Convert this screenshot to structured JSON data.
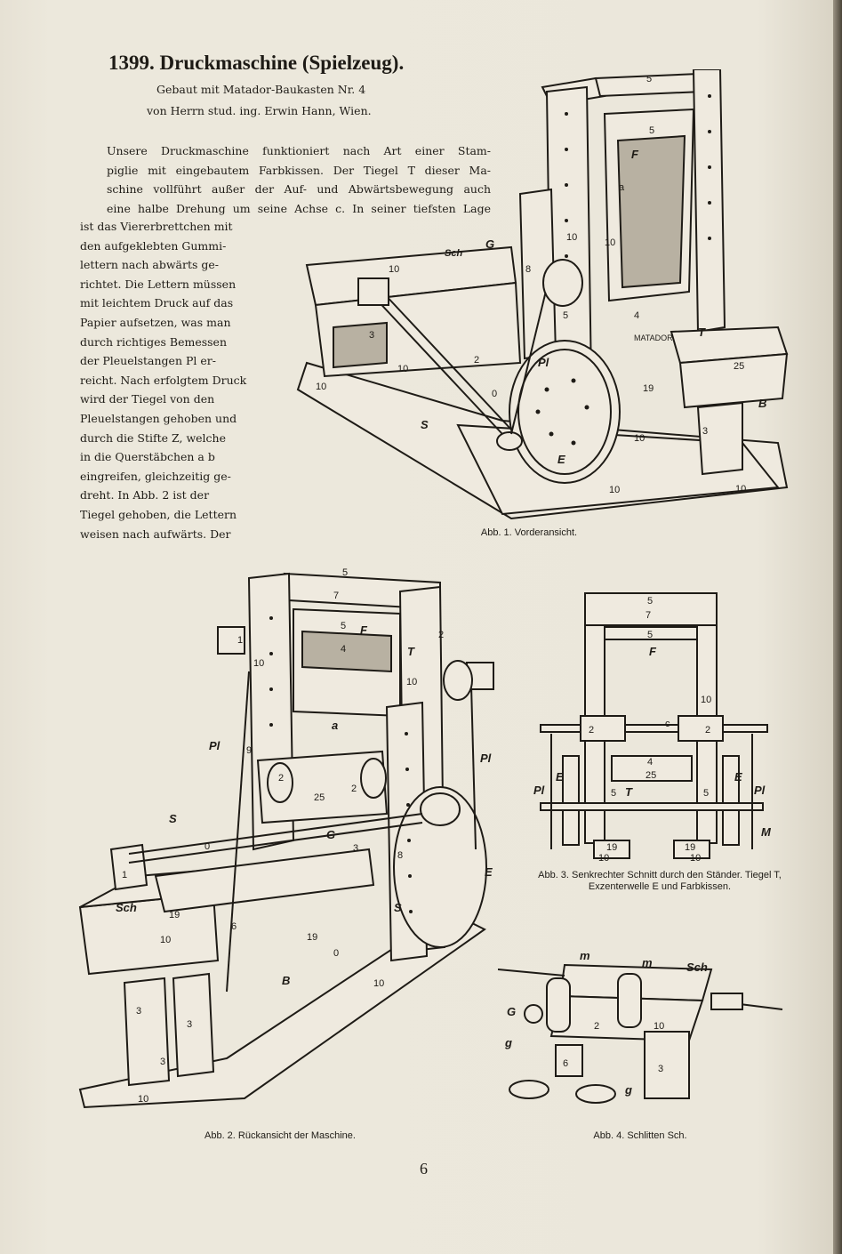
{
  "header": {
    "title": "1399. Druckmaschine (Spielzeug).",
    "subtitle_1": "Gebaut mit Matador-Baukasten Nr. 4",
    "subtitle_2": "von Herrn stud. ing. Erwin Hann, Wien."
  },
  "text": {
    "wide_lines": [
      "Unsere Druckmaschine funktioniert nach Art einer Stam-",
      "piglie mit eingebautem Farbkissen. Der Tiegel T dieser Ma-",
      "schine vollführt außer der Auf- und Abwärtsbewegung auch",
      "eine halbe Drehung um seine Achse c. In seiner tiefsten Lage"
    ],
    "narrow_lines": [
      "ist das Viererbrettchen mit",
      "den aufgeklebten Gummi-",
      "lettern nach abwärts ge-",
      "richtet. Die Lettern müssen",
      "mit leichtem Druck auf das",
      "Papier aufsetzen, was man",
      "durch richtiges Bemessen",
      "der Pleuelstangen Pl er-",
      "reicht. Nach erfolgtem Druck",
      "wird der Tiegel von den",
      "Pleuelstangen gehoben und",
      "durch die Stifte Z, welche",
      "in die Querstäbchen a b",
      "eingreifen, gleichzeitig ge-",
      "dreht. In Abb. 2 ist der",
      "Tiegel gehoben, die Lettern",
      "weisen nach aufwärts. Der"
    ]
  },
  "figures": {
    "fig1": {
      "caption": "Abb. 1. Vorderansicht.",
      "labels": [
        "5",
        "5",
        "F",
        "a",
        "10",
        "10",
        "Sch",
        "G",
        "10",
        "8",
        "10",
        "5",
        "4",
        "T",
        "MATADOR",
        "Pl",
        "25",
        "B",
        "19",
        "3",
        "10",
        "10",
        "2",
        "0",
        "S",
        "E",
        "10",
        "10",
        "3"
      ]
    },
    "fig2": {
      "caption": "Abb. 2. Rückansicht der Maschine.",
      "labels": [
        "5",
        "7",
        "5",
        "F",
        "4",
        "T",
        "1",
        "10",
        "2",
        "10",
        "a",
        "Pl",
        "Pl",
        "9",
        "2",
        "2",
        "25",
        "S",
        "0",
        "G",
        "3",
        "1",
        "Sch",
        "10",
        "19",
        "6",
        "19",
        "B",
        "0",
        "S",
        "8",
        "E",
        "10",
        "3",
        "3",
        "3",
        "10"
      ]
    },
    "fig3": {
      "caption": "Abb. 3. Senkrechter Schnitt durch den Ständer. Tiegel T, Exzenterwelle E und Farbkissen.",
      "labels": [
        "5",
        "7",
        "5",
        "F",
        "10",
        "c",
        "2",
        "2",
        "4",
        "25",
        "E",
        "E",
        "Pl",
        "Pl",
        "5",
        "T",
        "5",
        "M",
        "19",
        "19",
        "10",
        "10"
      ]
    },
    "fig4": {
      "caption": "Abb. 4. Schlitten Sch.",
      "labels": [
        "m",
        "m",
        "Sch",
        "G",
        "2",
        "10",
        "g",
        "6",
        "g",
        "3"
      ]
    }
  },
  "page_number": "6"
}
